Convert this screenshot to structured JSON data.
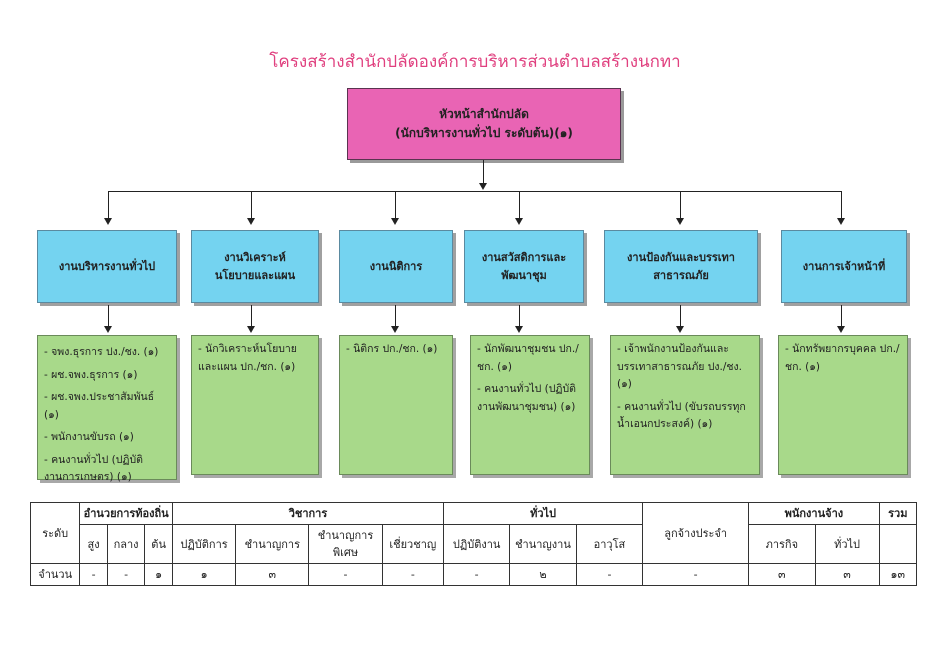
{
  "title": "โครงสร้างสำนักปลัดองค์การบริหารส่วนตำบลสร้างนกทา",
  "head": {
    "line1": "หัวหน้าสำนักปลัด",
    "line2": "(นักบริหารงานทั่วไป ระดับต้น)(๑)"
  },
  "departments": [
    {
      "name": "งานบริหารงานทั่วไป",
      "staff": [
        "- จพง.ธุรการ ปง./ชง. (๑)",
        "- ผช.จพง.ธุรการ (๑)",
        "- ผช.จพง.ประชาสัมพันธ์ (๑)",
        "- พนักงานขับรถ (๑)",
        "- คนงานทั่วไป (ปฏิบัติงานการเกษตร) (๑)"
      ]
    },
    {
      "name": "งานวิเคราะห์นโยบายและแผน",
      "staff": [
        "- นักวิเคราะห์นโยบายและแผน ปก./ชก. (๑)"
      ]
    },
    {
      "name": "งานนิติการ",
      "staff": [
        "- นิติกร ปก./ชก. (๑)"
      ]
    },
    {
      "name": "งานสวัสดิการและพัฒนาชุม",
      "staff": [
        "- นักพัฒนาชุมชน ปก./ชก. (๑)",
        "- คนงานทั่วไป (ปฏิบัติงานพัฒนาชุมชน) (๑)"
      ]
    },
    {
      "name": "งานป้องกันและบรรเทาสาธารณภัย",
      "staff": [
        "- เจ้าพนักงานป้องกันและบรรเทาสาธารณภัย ปง./ชง. (๑)",
        "- คนงานทั่วไป (ขับรถบรรทุกน้ำเอนกประสงค์) (๑)"
      ]
    },
    {
      "name": "งานการเจ้าหน้าที่",
      "staff": [
        "- นักทรัพยากรบุคคล ปก./ชก. (๑)"
      ]
    }
  ],
  "table": {
    "level_label": "ระดับ",
    "count_label": "จำนวน",
    "groups": {
      "local_admin": "อำนวยการท้องถิ่น",
      "academic": "วิชาการ",
      "general": "ทั่วไป",
      "permanent": "ลูกจ้างประจำ",
      "employee": "พนักงานจ้าง",
      "total": "รวม"
    },
    "sub": {
      "high": "สูง",
      "mid": "กลาง",
      "low": "ต้น",
      "practitioner": "ปฏิบัติการ",
      "professional": "ชำนาญการ",
      "senior_professional": "ชำนาญการพิเศษ",
      "expert": "เชี่ยวชาญ",
      "operational": "ปฏิบัติงาน",
      "experienced": "ชำนาญงาน",
      "senior": "อาวุโส",
      "mission": "ภารกิจ",
      "general_emp": "ทั่วไป"
    },
    "counts": [
      "-",
      "-",
      "๑",
      "๑",
      "๓",
      "-",
      "-",
      "-",
      "๒",
      "-",
      "-",
      "๓",
      "๓",
      "๑๓"
    ]
  }
}
